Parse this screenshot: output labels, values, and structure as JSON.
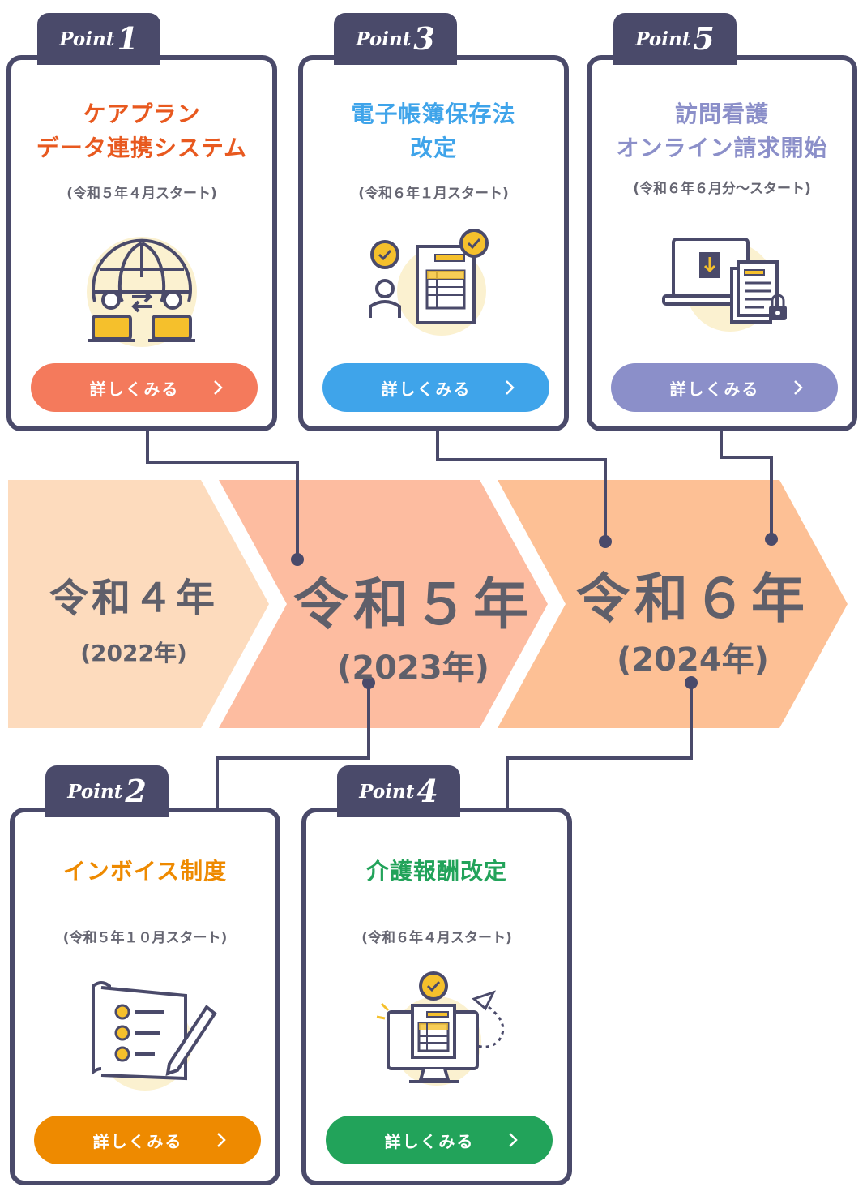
{
  "colors": {
    "navy": "#4a4a6a",
    "era1": "#fddbbd",
    "era2": "#fdbca0",
    "era3": "#fdc095",
    "point1": "#e8591f",
    "point2": "#ee8a00",
    "point3": "#3fa4ea",
    "point4": "#22a35a",
    "point5": "#8b8fc9"
  },
  "timeline": {
    "eras": [
      {
        "main": "令和４年",
        "sub": "(2022年)"
      },
      {
        "main": "令和５年",
        "sub": "(2023年)"
      },
      {
        "main": "令和６年",
        "sub": "(2024年)"
      }
    ]
  },
  "cards": [
    {
      "tab_word": "Point",
      "tab_num": "1",
      "title_lines": [
        "ケアプラン",
        "データ連携システム"
      ],
      "date": "(令和５年４月スタート)",
      "button": "詳しくみる",
      "illustration": "globe-network-icon"
    },
    {
      "tab_word": "Point",
      "tab_num": "2",
      "title_lines": [
        "インボイス制度"
      ],
      "date": "(令和５年１０月スタート)",
      "button": "詳しくみる",
      "illustration": "checklist-pencil-icon"
    },
    {
      "tab_word": "Point",
      "tab_num": "3",
      "title_lines": [
        "電子帳簿保存法",
        "改定"
      ],
      "date": "(令和６年１月スタート)",
      "button": "詳しくみる",
      "illustration": "person-document-icon"
    },
    {
      "tab_word": "Point",
      "tab_num": "4",
      "title_lines": [
        "介護報酬改定"
      ],
      "date": "(令和６年４月スタート)",
      "button": "詳しくみる",
      "illustration": "monitor-document-icon"
    },
    {
      "tab_word": "Point",
      "tab_num": "5",
      "title_lines": [
        "訪問看護",
        "オンライン請求開始"
      ],
      "date": "(令和６年６月分〜スタート)",
      "button": "詳しくみる",
      "illustration": "laptop-lock-icon"
    }
  ]
}
